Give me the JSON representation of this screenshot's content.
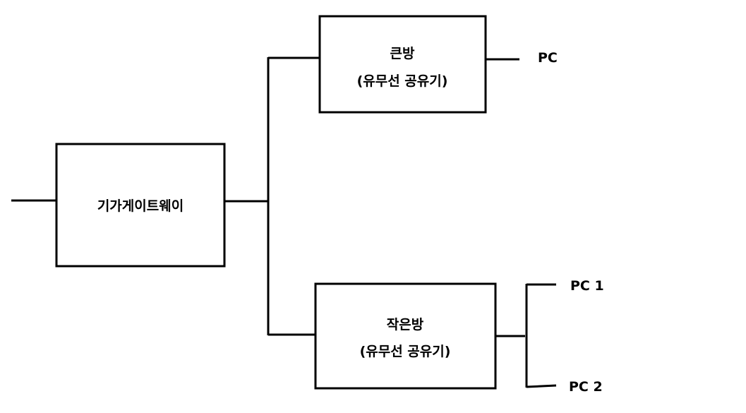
{
  "nodes": {
    "gateway": {
      "label": "기가게이트웨이"
    },
    "big_room": {
      "line1": "큰방",
      "line2": "(유무선 공유기)"
    },
    "small_room": {
      "line1": "작은방",
      "line2": "(유무선 공유기)"
    }
  },
  "endpoints": {
    "big_room_pc": "PC",
    "small_room_pc1": "PC 1",
    "small_room_pc2": "PC 2"
  }
}
